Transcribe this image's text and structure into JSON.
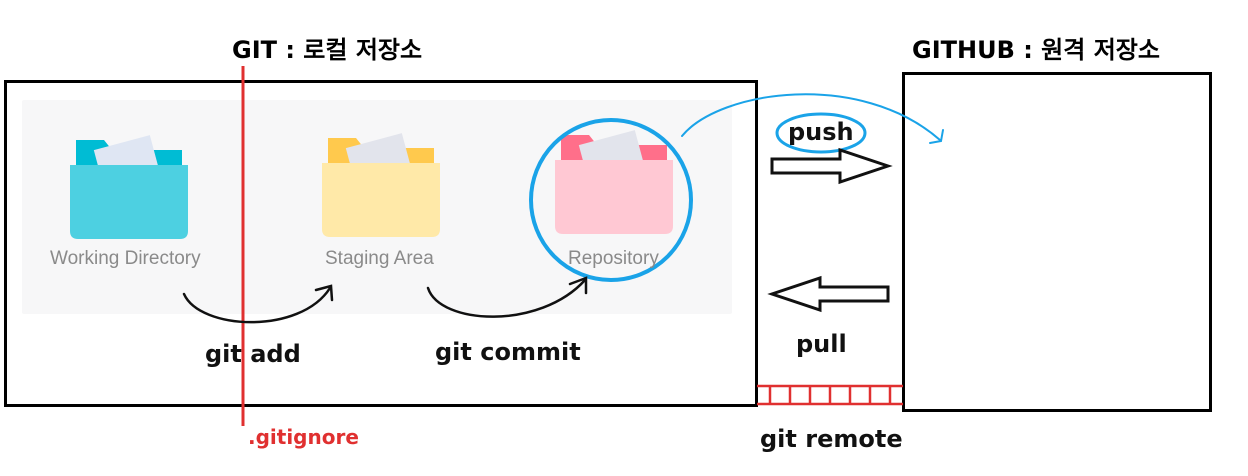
{
  "titles": {
    "local": "GIT : 로컬 저장소",
    "remote": "GITHUB : 원격 저장소"
  },
  "folders": [
    {
      "label": "Working Directory",
      "color": "#4dd0e1",
      "tab_color": "#00bcd4"
    },
    {
      "label": "Staging Area",
      "color": "#ffe9a8",
      "tab_color": "#ffc94d"
    },
    {
      "label": "Repository",
      "color": "#ffc8d3",
      "tab_color": "#ff6f8a"
    }
  ],
  "commands": {
    "add": "git add",
    "commit": "git commit",
    "push": "push",
    "pull": "pull",
    "remote": "git remote"
  },
  "gitignore": ".gitignore",
  "colors": {
    "ignore_line": "#e03030",
    "highlight_circle": "#1aa3e8",
    "remote_link": "#e03030"
  }
}
